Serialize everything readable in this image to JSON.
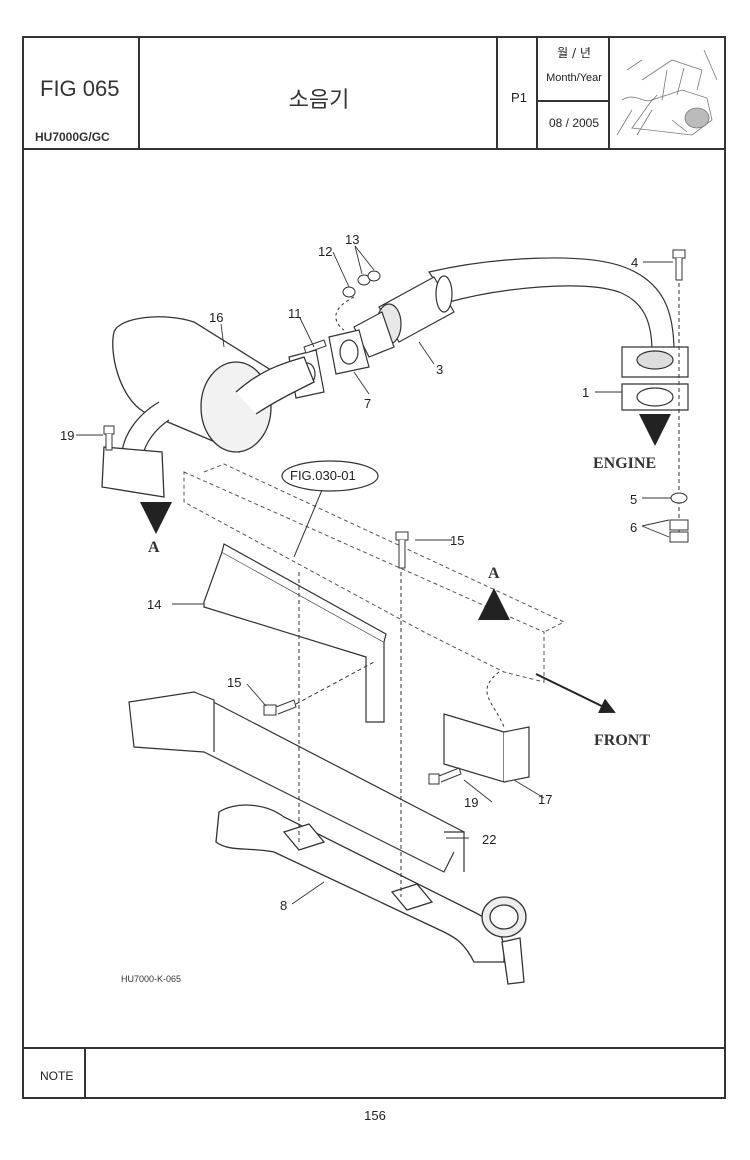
{
  "header": {
    "fig_label": "FIG 065",
    "model": "HU7000G/GC",
    "title": "소음기",
    "page": "P1",
    "month_year_ko": "월 / 년",
    "month_year_en": "Month/Year",
    "date": "08 / 2005"
  },
  "diagram": {
    "callouts": {
      "c1": "1",
      "c3": "3",
      "c4": "4",
      "c5": "5",
      "c6": "6",
      "c7": "7",
      "c8": "8",
      "c11": "11",
      "c12": "12",
      "c13": "13",
      "c14": "14",
      "c15a": "15",
      "c15b": "15",
      "c16": "16",
      "c17": "17",
      "c19a": "19",
      "c19b": "19",
      "c22": "22"
    },
    "fig_ref": "FIG.030-01",
    "engine_label": "ENGINE",
    "front_label": "FRONT",
    "arrow_a_1": "A",
    "arrow_a_2": "A",
    "drawing_code": "HU7000-K-065"
  },
  "footer": {
    "note_label": "NOTE",
    "page_number": "156"
  }
}
